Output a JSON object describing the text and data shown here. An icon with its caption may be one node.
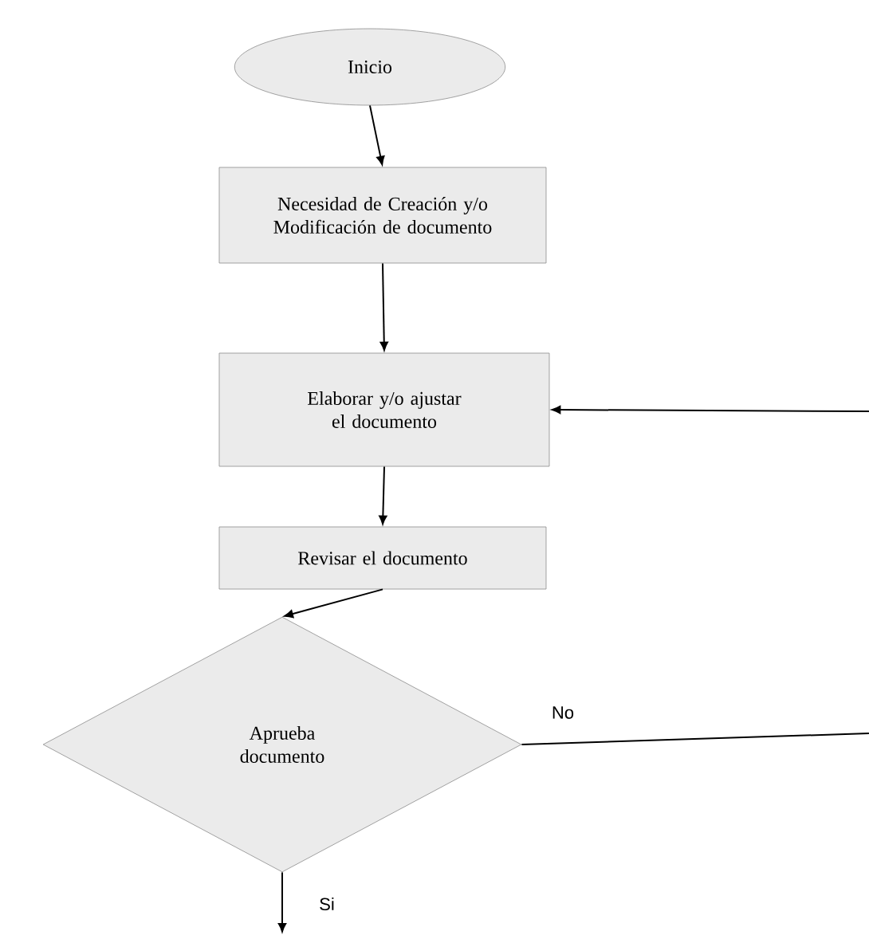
{
  "diagram": {
    "nodes": [
      {
        "text": [
          "Inicio"
        ]
      },
      {
        "text": [
          "Necesidad de Creación y/o Modificación de documento"
        ]
      },
      {
        "text": [
          "Elaborar y/o ajustar el documento"
        ]
      },
      {
        "text": [
          "Revisar el documento"
        ]
      },
      {
        "text": [
          "Aprueba documento"
        ]
      }
    ],
    "edges": [
      {
        "from": 0,
        "to": 1,
        "arrow": "to"
      },
      {
        "from": 1,
        "to": 2,
        "arrow": "to"
      },
      {
        "from": 2,
        "to": 3,
        "arrow": "to"
      },
      {
        "from": 3,
        "to": 4,
        "arrow": "to"
      },
      {
        "from": 4,
        "to": null,
        "arrow": "to",
        "label": "Si"
      },
      {
        "from": 4,
        "to": null,
        "arrow": "none",
        "label": "No"
      },
      {
        "from": null,
        "to": 2,
        "arrow": "to"
      }
    ]
  }
}
